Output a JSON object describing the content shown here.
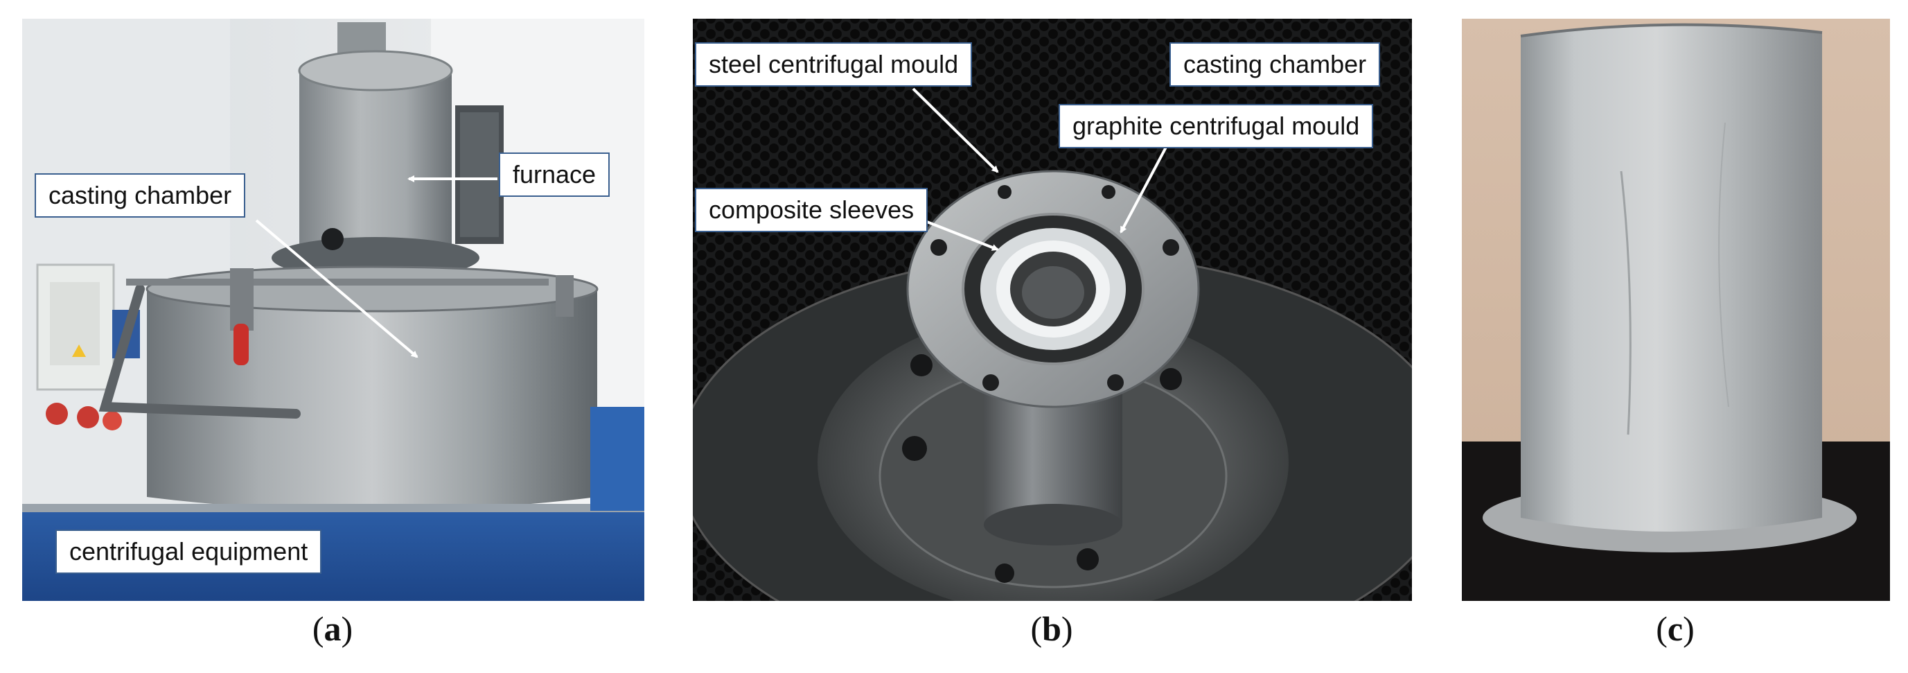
{
  "panel_a": {
    "labels": {
      "furnace": "furnace",
      "casting_chamber": "casting chamber",
      "centrifugal_equipment": "centrifugal equipment"
    },
    "caption": {
      "open": "(",
      "letter": "a",
      "close": ")"
    }
  },
  "panel_b": {
    "labels": {
      "steel_mould": "steel centrifugal mould",
      "casting_chamber": "casting chamber",
      "graphite_mould": "graphite centrifugal mould",
      "composite_sleeves": "composite sleeves"
    },
    "caption": {
      "open": "(",
      "letter": "b",
      "close": ")"
    }
  },
  "panel_c": {
    "caption": {
      "open": "(",
      "letter": "c",
      "close": ")"
    }
  }
}
